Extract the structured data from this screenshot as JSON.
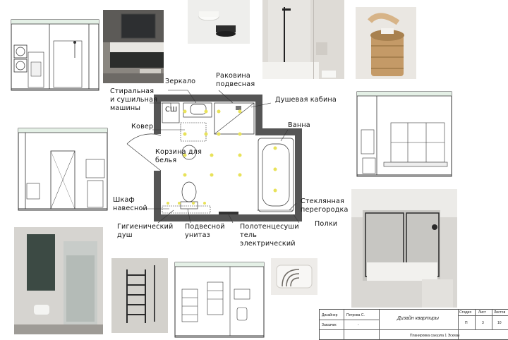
{
  "plan": {
    "labels": {
      "mirror": "Зеркало",
      "sink_line1": "Раковина",
      "sink_line2": "подвесная",
      "washer_line1": "Стиральная",
      "washer_line2": "и сушильная",
      "washer_line3": "машины",
      "shower_cabin": "Душевая кабина",
      "rug": "Ковер",
      "bathtub": "Ванна",
      "basket_line1": "Корзина для",
      "basket_line2": "белья",
      "wall_cabinet_line1": "Шкаф",
      "wall_cabinet_line2": "навесной",
      "glass_partition_line1": "Стеклянная",
      "glass_partition_line2": "перегородка",
      "hygienic_shower_line1": "Гигиенический",
      "hygienic_shower_line2": "душ",
      "hung_toilet_line1": "Подвесной",
      "hung_toilet_line2": "унитаз",
      "towel_dryer_line1": "Полотенцесуши",
      "towel_dryer_line2": "тель",
      "towel_dryer_line3": "электрический",
      "shelves": "Полки",
      "appliance_code": "СШ"
    }
  },
  "title_block": {
    "designer_label": "Дизайнер",
    "designer_name": "Петрова С.",
    "customer_label": "Заказчик",
    "customer_name": "-",
    "project_title": "Дизайн квартиры",
    "stage_label": "Стадия",
    "sheet_label": "Лист",
    "sheets_label": "Листов",
    "stage_value": "П",
    "sheet_value": "3",
    "sheets_value": "10",
    "subtitle": "Планировка санузла 1 Эскизы"
  },
  "colors": {
    "wall": "#555555",
    "lamp": "#e8e25a",
    "glass": "#c9d9dc",
    "photo_tile": "#d8d5d0",
    "dark_cabinet": "#3c4a44"
  }
}
